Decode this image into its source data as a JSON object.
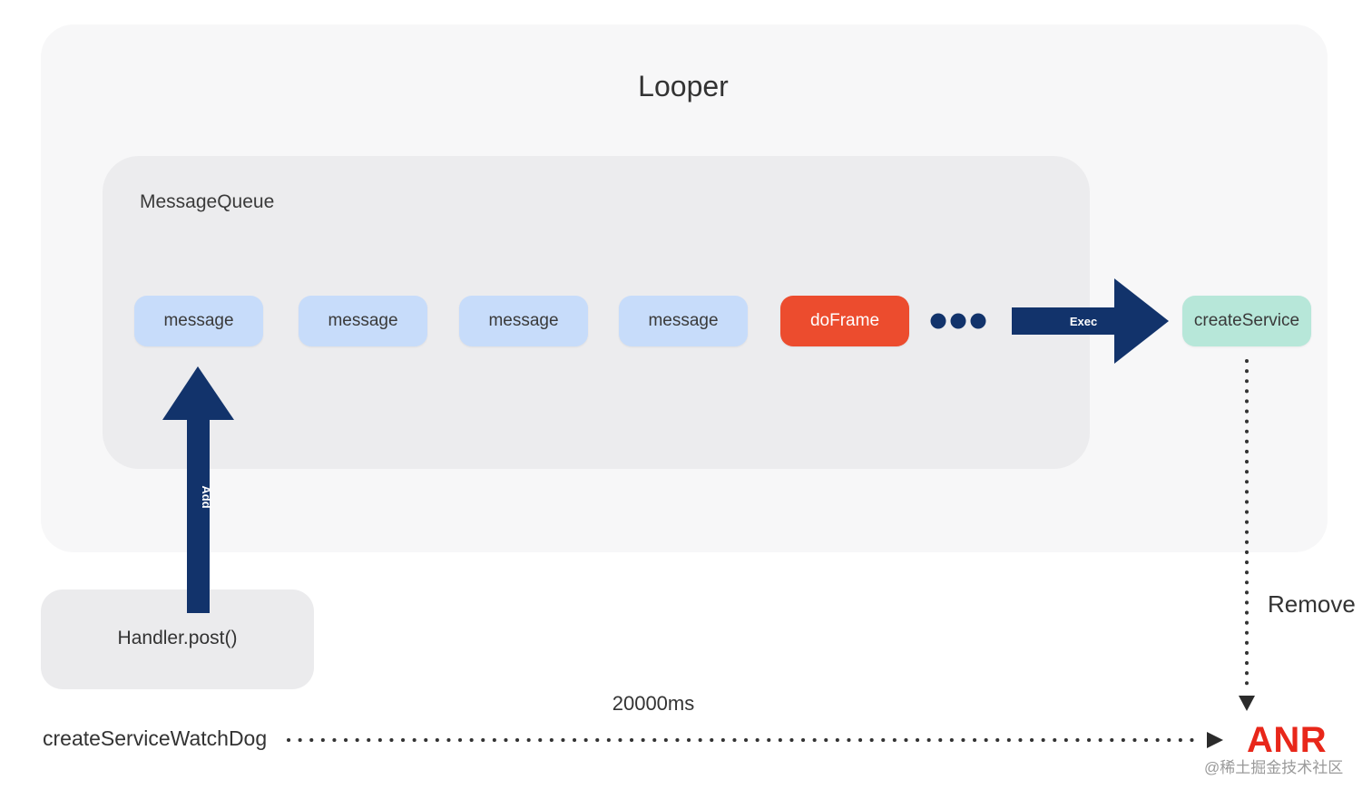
{
  "looper": {
    "title": "Looper"
  },
  "message_queue": {
    "title": "MessageQueue",
    "items": [
      {
        "label": "message",
        "kind": "message"
      },
      {
        "label": "message",
        "kind": "message"
      },
      {
        "label": "message",
        "kind": "message"
      },
      {
        "label": "message",
        "kind": "message"
      },
      {
        "label": "doFrame",
        "kind": "doframe"
      }
    ]
  },
  "exec": {
    "label": "Exec",
    "target": "createService"
  },
  "handler": {
    "label": "Handler.post()",
    "arrow_label": "Add"
  },
  "remove": {
    "label": "Remove"
  },
  "watchdog": {
    "label": "createServiceWatchDog",
    "timeout": "20000ms",
    "result": "ANR"
  },
  "watermark": "@稀土掘金技术社区",
  "colors": {
    "message": "#c7dcfa",
    "doframe": "#ec4c2e",
    "service": "#b7e7d9",
    "arrow": "#12336b",
    "anr": "#e8271a"
  }
}
